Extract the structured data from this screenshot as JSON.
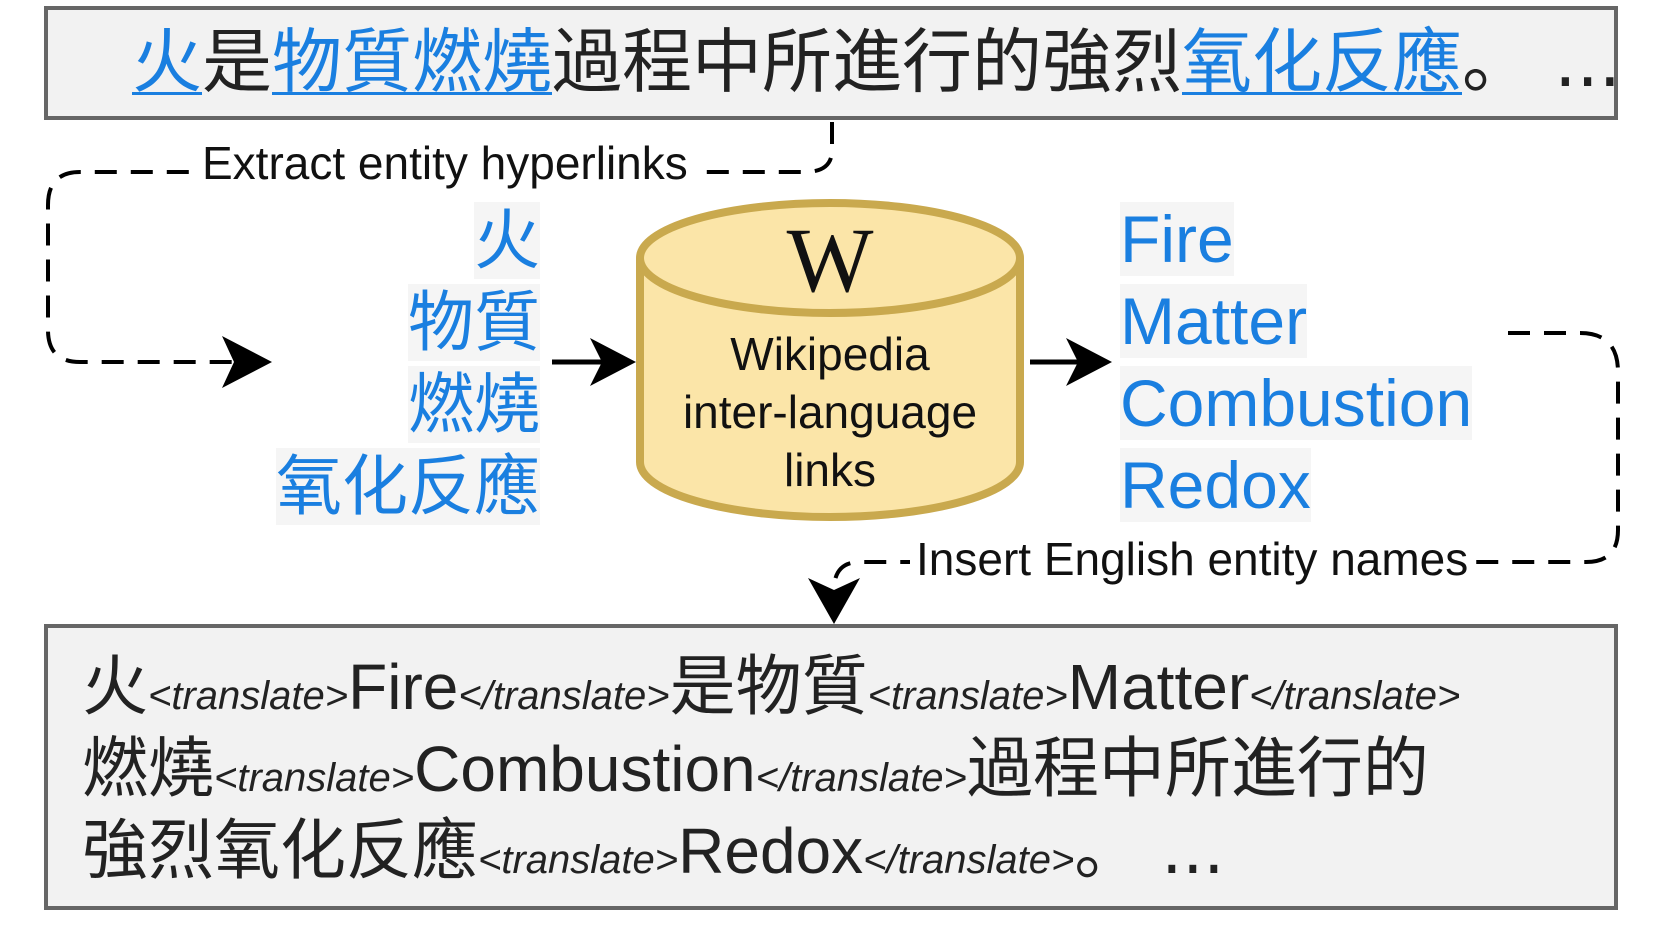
{
  "source_sentence": {
    "segments": [
      {
        "text": "火",
        "link": true
      },
      {
        "text": "是",
        "link": false
      },
      {
        "text": "物質燃燒",
        "link": true
      },
      {
        "text": "過程中所進行的強烈",
        "link": false
      },
      {
        "text": "氧化反應",
        "link": true
      },
      {
        "text": "。 ...",
        "link": false
      }
    ]
  },
  "extract_label": "Extract entity hyperlinks",
  "zh_entities": [
    "火",
    "物質",
    "燃燒",
    "氧化反應"
  ],
  "database": {
    "logo": "W",
    "caption_lines": [
      "Wikipedia",
      "inter-language",
      "links"
    ]
  },
  "en_entities": [
    "Fire",
    "Matter",
    "Combustion",
    "Redox"
  ],
  "insert_label": "Insert English entity names",
  "output_sentence": {
    "lines": [
      [
        {
          "type": "zh",
          "text": "火"
        },
        {
          "type": "tag",
          "text": "<translate>"
        },
        {
          "type": "en",
          "text": "Fire"
        },
        {
          "type": "tag",
          "text": "</translate>"
        },
        {
          "type": "zh",
          "text": "是物質"
        },
        {
          "type": "tag",
          "text": "<translate>"
        },
        {
          "type": "en",
          "text": "Matter"
        },
        {
          "type": "tag",
          "text": "</translate>"
        }
      ],
      [
        {
          "type": "zh",
          "text": "燃燒"
        },
        {
          "type": "tag",
          "text": "<translate>"
        },
        {
          "type": "en",
          "text": "Combustion"
        },
        {
          "type": "tag",
          "text": "</translate>"
        },
        {
          "type": "zh",
          "text": "過程中所進行的"
        }
      ],
      [
        {
          "type": "zh",
          "text": "強烈氧化反應"
        },
        {
          "type": "tag",
          "text": "<translate>"
        },
        {
          "type": "en",
          "text": "Redox"
        },
        {
          "type": "tag",
          "text": "</translate>"
        },
        {
          "type": "zh",
          "text": "。 ..."
        }
      ]
    ]
  },
  "colors": {
    "link": "#1a7fe0",
    "box_fill": "#f2f2f2",
    "box_border": "#666666",
    "db_fill": "#fbe5a8",
    "db_stroke": "#c9a94e"
  }
}
